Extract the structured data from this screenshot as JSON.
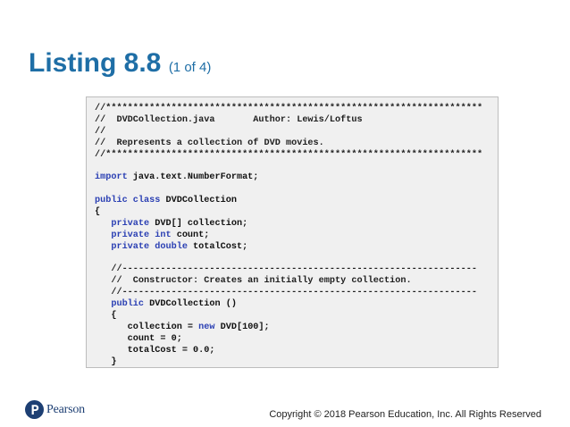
{
  "slide": {
    "title": "Listing 8.8",
    "subtitle": "(1 of 4)"
  },
  "code": {
    "lines": [
      [
        {
          "t": "//*********************************************************************",
          "k": "comment"
        }
      ],
      [
        {
          "t": "//  DVDCollection.java       Author: Lewis/Loftus",
          "k": "comment"
        }
      ],
      [
        {
          "t": "//",
          "k": "comment"
        }
      ],
      [
        {
          "t": "//  Represents a collection of DVD movies.",
          "k": "comment"
        }
      ],
      [
        {
          "t": "//*********************************************************************",
          "k": "comment"
        }
      ],
      [],
      [
        {
          "t": "import",
          "k": "keyword"
        },
        {
          "t": " java.text.NumberFormat;",
          "k": "plain"
        }
      ],
      [],
      [
        {
          "t": "public class",
          "k": "keyword"
        },
        {
          "t": " DVDCollection",
          "k": "plain"
        }
      ],
      [
        {
          "t": "{",
          "k": "plain"
        }
      ],
      [
        {
          "t": "   ",
          "k": "plain"
        },
        {
          "t": "private",
          "k": "keyword"
        },
        {
          "t": " DVD[] collection;",
          "k": "plain"
        }
      ],
      [
        {
          "t": "   ",
          "k": "plain"
        },
        {
          "t": "private int",
          "k": "keyword"
        },
        {
          "t": " count;",
          "k": "plain"
        }
      ],
      [
        {
          "t": "   ",
          "k": "plain"
        },
        {
          "t": "private double",
          "k": "keyword"
        },
        {
          "t": " totalCost;",
          "k": "plain"
        }
      ],
      [],
      [
        {
          "t": "   //-----------------------------------------------------------------",
          "k": "comment"
        }
      ],
      [
        {
          "t": "   //  Constructor: Creates an initially empty collection.",
          "k": "comment"
        }
      ],
      [
        {
          "t": "   //-----------------------------------------------------------------",
          "k": "comment"
        }
      ],
      [
        {
          "t": "   ",
          "k": "plain"
        },
        {
          "t": "public",
          "k": "keyword"
        },
        {
          "t": " DVDCollection ()",
          "k": "plain"
        }
      ],
      [
        {
          "t": "   {",
          "k": "plain"
        }
      ],
      [
        {
          "t": "      collection = ",
          "k": "plain"
        },
        {
          "t": "new",
          "k": "keyword"
        },
        {
          "t": " DVD[100];",
          "k": "plain"
        }
      ],
      [
        {
          "t": "      count = 0;",
          "k": "plain"
        }
      ],
      [
        {
          "t": "      totalCost = 0.0;",
          "k": "plain"
        }
      ],
      [
        {
          "t": "   }",
          "k": "plain"
        }
      ]
    ]
  },
  "footer": {
    "logo_text": "Pearson",
    "copyright": "Copyright © 2018 Pearson Education, Inc. All Rights Reserved"
  },
  "colors": {
    "title": "#1e6ea6",
    "keyword": "#2a3fb3",
    "code_background": "#f0f0f0",
    "logo": "#1d3f73"
  }
}
